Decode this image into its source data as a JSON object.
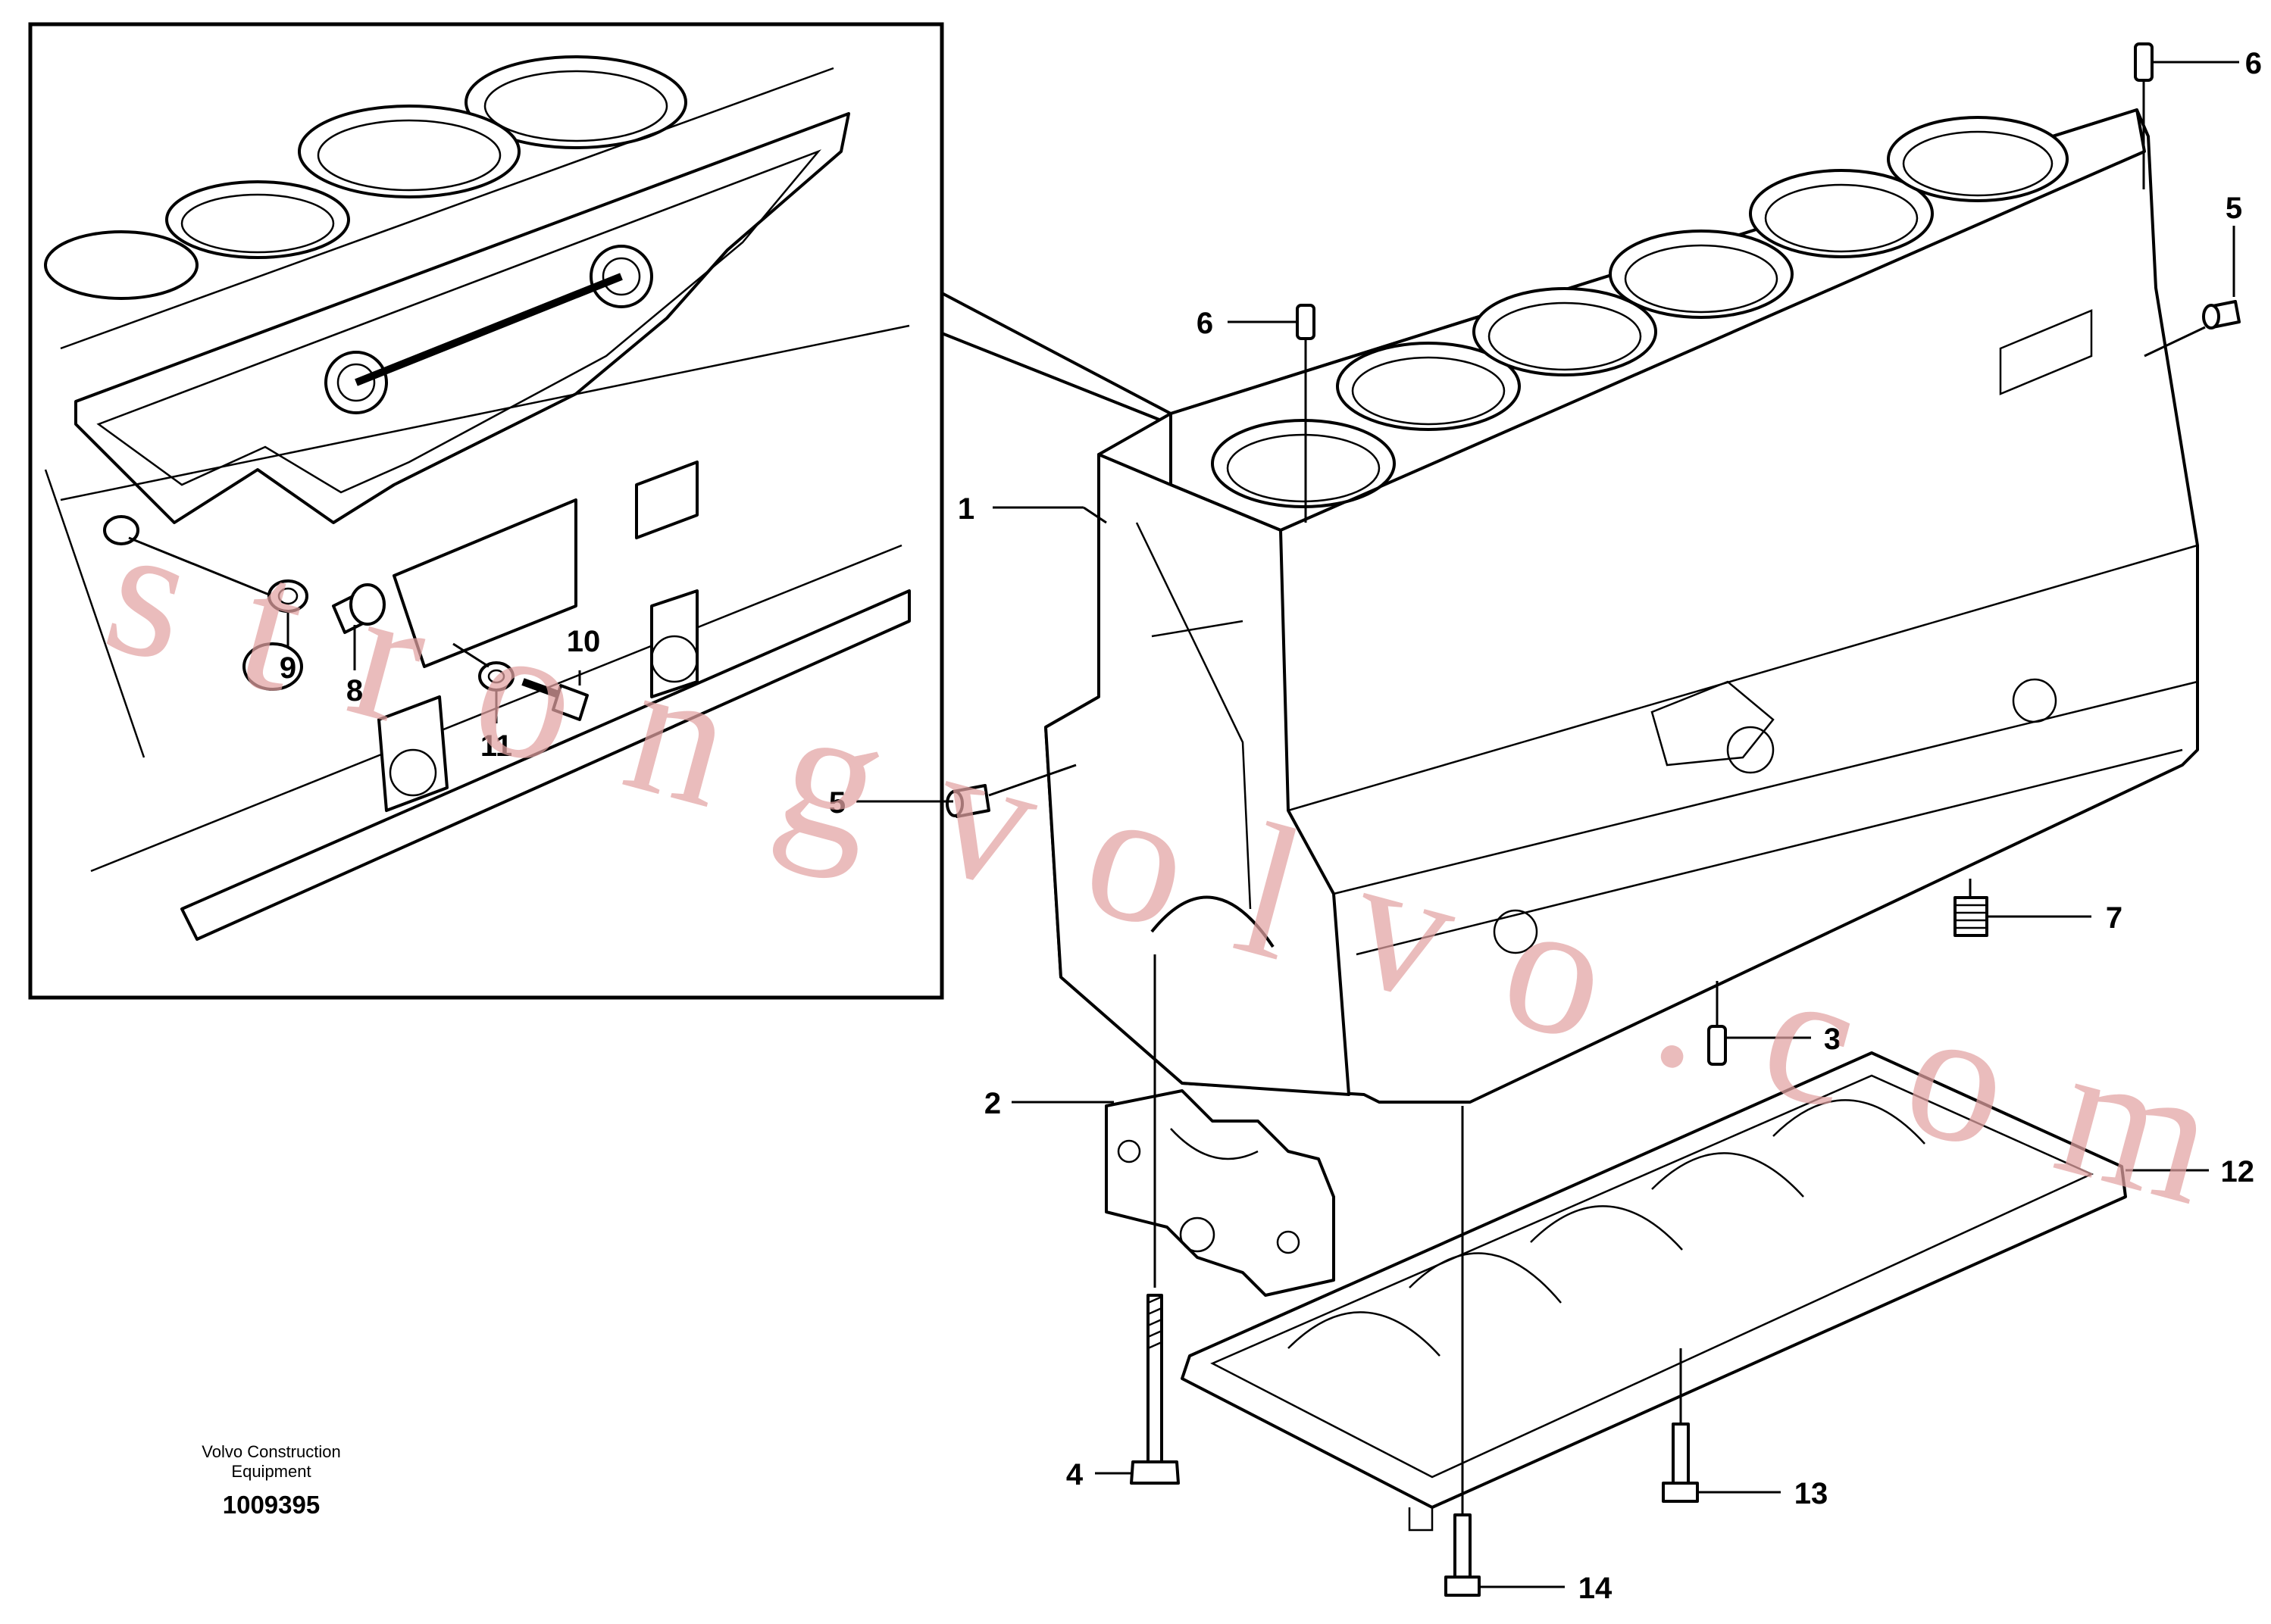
{
  "caption": {
    "line1": "Volvo Construction",
    "line2": "Equipment",
    "doc_number": "1009395"
  },
  "watermark": "strongvolvo.com",
  "callouts": {
    "c1": "1",
    "c2": "2",
    "c3": "3",
    "c4": "4",
    "c5a": "5",
    "c5b": "5",
    "c6a": "6",
    "c6b": "6",
    "c7": "7",
    "c8": "8",
    "c9": "9",
    "c10": "10",
    "c11": "11",
    "c12": "12",
    "c13": "13",
    "c14": "14"
  }
}
